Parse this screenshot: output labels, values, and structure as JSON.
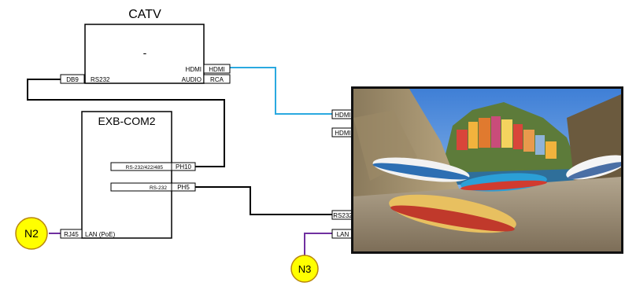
{
  "catv": {
    "title": "CATV",
    "inner_label": "-",
    "ports_left": {
      "db9": "DB9",
      "rs232": "RS232"
    },
    "ports_right": {
      "hdmi_label": "HDMI",
      "hdmi_box": "HDMI",
      "audio_label": "AUDIO",
      "rca_box": "RCA"
    }
  },
  "exb": {
    "title": "EXB-COM2",
    "ph10_desc": "RS-232/422/485",
    "ph10_label": "PH10",
    "ph5_desc": "RS-232",
    "ph5_label": "PH5",
    "rj45_label": "RJ45",
    "lan_label": "LAN (PoE)"
  },
  "display": {
    "inputs": {
      "hdmi1": "HDMI",
      "hdmi2": "HDMI",
      "rs232": "RS232",
      "lan": "LAN"
    }
  },
  "nodes": {
    "n2": "N2",
    "n3": "N3"
  },
  "colors": {
    "hdmi_cable": "#2aa9e0",
    "lan_cable": "#7030a0",
    "node_fill": "#ffff00",
    "node_stroke": "#b8860b"
  }
}
